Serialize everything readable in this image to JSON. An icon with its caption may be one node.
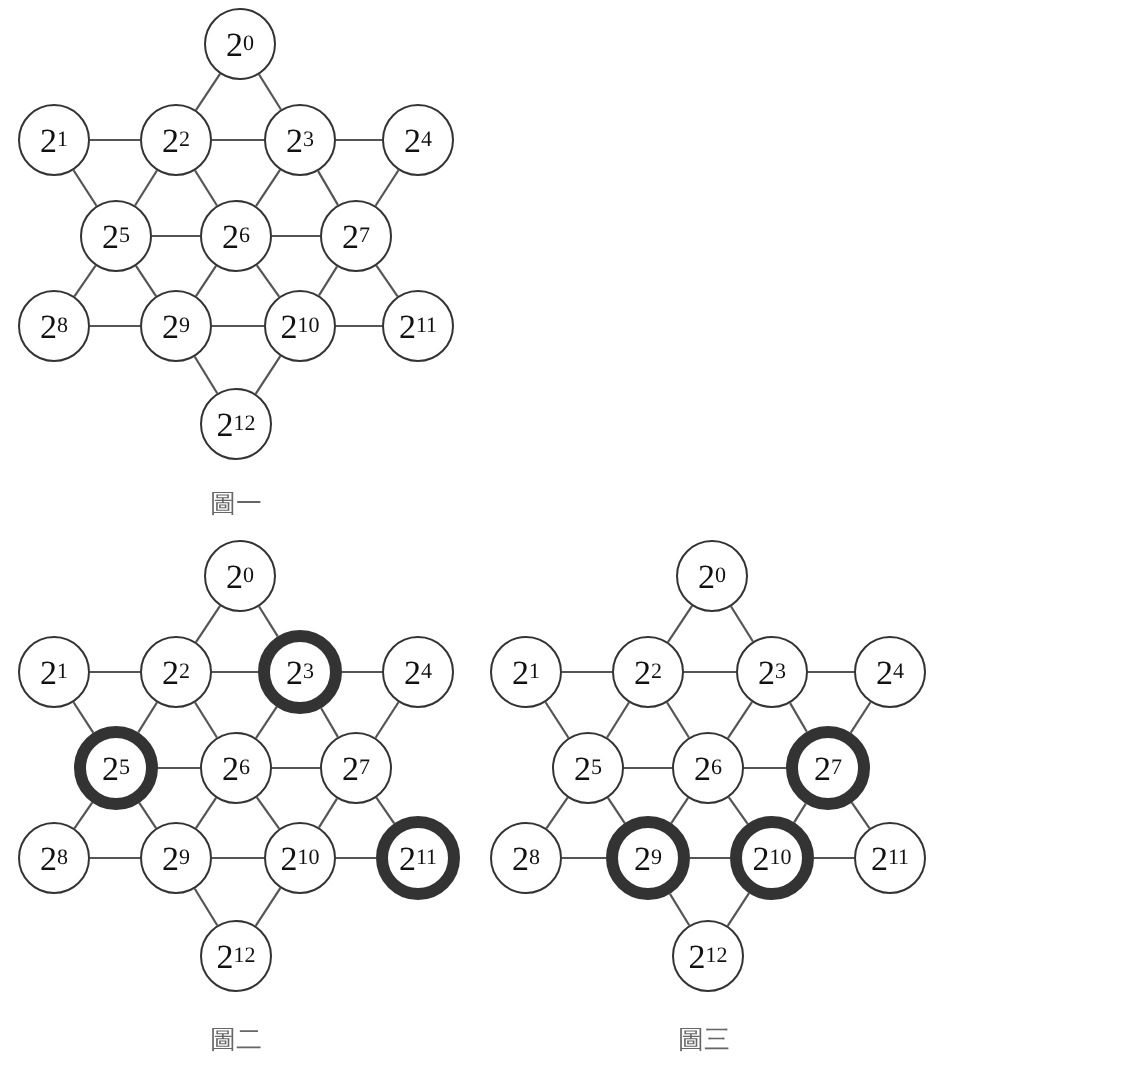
{
  "diagram": {
    "nodes": [
      {
        "text": [
          "2$^{0}$"
        ]
      },
      {
        "text": [
          "2$^{1}$"
        ]
      },
      {
        "text": [
          "2$^{2}$"
        ]
      },
      {
        "text": [
          "2$^{3}$"
        ]
      },
      {
        "text": [
          "2$^{4}$"
        ]
      },
      {
        "text": [
          "2$^{5}$"
        ]
      },
      {
        "text": [
          "2$^{6}$"
        ]
      },
      {
        "text": [
          "2$^{7}$"
        ]
      },
      {
        "text": [
          "2$^{8}$"
        ]
      },
      {
        "text": [
          "2$^{9}$"
        ]
      },
      {
        "text": [
          "2$^{10}$"
        ]
      },
      {
        "text": [
          "2$^{11}$"
        ]
      },
      {
        "text": [
          "2$^{12}$"
        ]
      },
      {
        "text": [
          "2$^{0}$"
        ]
      },
      {
        "text": [
          "2$^{1}$"
        ]
      },
      {
        "text": [
          "2$^{2}$"
        ]
      },
      {
        "text": [
          "2$^{3}$"
        ]
      },
      {
        "text": [
          "2$^{4}$"
        ]
      },
      {
        "text": [
          "2$^{5}$"
        ]
      },
      {
        "text": [
          "2$^{6}$"
        ]
      },
      {
        "text": [
          "2$^{7}$"
        ]
      },
      {
        "text": [
          "2$^{8}$"
        ]
      },
      {
        "text": [
          "2$^{9}$"
        ]
      },
      {
        "text": [
          "2$^{10}$"
        ]
      },
      {
        "text": [
          "2$^{11}$"
        ]
      },
      {
        "text": [
          "2$^{12}$"
        ]
      },
      {
        "text": [
          "2$^{0}$"
        ]
      },
      {
        "text": [
          "2$^{1}$"
        ]
      },
      {
        "text": [
          "2$^{2}$"
        ]
      },
      {
        "text": [
          "2$^{3}$"
        ]
      },
      {
        "text": [
          "2$^{4}$"
        ]
      },
      {
        "text": [
          "2$^{5}$"
        ]
      },
      {
        "text": [
          "2$^{6}$"
        ]
      },
      {
        "text": [
          "2$^{7}$"
        ]
      },
      {
        "text": [
          "2$^{8}$"
        ]
      },
      {
        "text": [
          "2$^{9}$"
        ]
      },
      {
        "text": [
          "2$^{10}$"
        ]
      },
      {
        "text": [
          "2$^{11}$"
        ]
      },
      {
        "text": [
          "2$^{12}$"
        ]
      }
    ],
    "edges": [
      {
        "from": 0,
        "to": 2,
        "arrow": "none"
      },
      {
        "from": 0,
        "to": 3,
        "arrow": "none"
      },
      {
        "from": 1,
        "to": 2,
        "arrow": "none"
      },
      {
        "from": 2,
        "to": 3,
        "arrow": "none"
      },
      {
        "from": 3,
        "to": 4,
        "arrow": "none"
      },
      {
        "from": 1,
        "to": 5,
        "arrow": "none"
      },
      {
        "from": 2,
        "to": 5,
        "arrow": "none"
      },
      {
        "from": 2,
        "to": 6,
        "arrow": "none"
      },
      {
        "from": 3,
        "to": 6,
        "arrow": "none"
      },
      {
        "from": 3,
        "to": 7,
        "arrow": "none"
      },
      {
        "from": 4,
        "to": 7,
        "arrow": "none"
      },
      {
        "from": 5,
        "to": 6,
        "arrow": "none"
      },
      {
        "from": 6,
        "to": 7,
        "arrow": "none"
      },
      {
        "from": 5,
        "to": 8,
        "arrow": "none"
      },
      {
        "from": 5,
        "to": 9,
        "arrow": "none"
      },
      {
        "from": 6,
        "to": 9,
        "arrow": "none"
      },
      {
        "from": 6,
        "to": 10,
        "arrow": "none"
      },
      {
        "from": 7,
        "to": 10,
        "arrow": "none"
      },
      {
        "from": 7,
        "to": 11,
        "arrow": "none"
      },
      {
        "from": 8,
        "to": 9,
        "arrow": "none"
      },
      {
        "from": 9,
        "to": 10,
        "arrow": "none"
      },
      {
        "from": 10,
        "to": 11,
        "arrow": "none"
      },
      {
        "from": 9,
        "to": 12,
        "arrow": "none"
      },
      {
        "from": 10,
        "to": 12,
        "arrow": "none"
      },
      {
        "from": 13,
        "to": 15,
        "arrow": "none"
      },
      {
        "from": 13,
        "to": 16,
        "arrow": "none"
      },
      {
        "from": 14,
        "to": 15,
        "arrow": "none"
      },
      {
        "from": 15,
        "to": 16,
        "arrow": "none"
      },
      {
        "from": 16,
        "to": 17,
        "arrow": "none"
      },
      {
        "from": 14,
        "to": 18,
        "arrow": "none"
      },
      {
        "from": 15,
        "to": 18,
        "arrow": "none"
      },
      {
        "from": 15,
        "to": 19,
        "arrow": "none"
      },
      {
        "from": 16,
        "to": 19,
        "arrow": "none"
      },
      {
        "from": 16,
        "to": 20,
        "arrow": "none"
      },
      {
        "from": 17,
        "to": 20,
        "arrow": "none"
      },
      {
        "from": 18,
        "to": 19,
        "arrow": "none"
      },
      {
        "from": 19,
        "to": 20,
        "arrow": "none"
      },
      {
        "from": 18,
        "to": 21,
        "arrow": "none"
      },
      {
        "from": 18,
        "to": 22,
        "arrow": "none"
      },
      {
        "from": 19,
        "to": 22,
        "arrow": "none"
      },
      {
        "from": 19,
        "to": 23,
        "arrow": "none"
      },
      {
        "from": 20,
        "to": 23,
        "arrow": "none"
      },
      {
        "from": 20,
        "to": 24,
        "arrow": "none"
      },
      {
        "from": 21,
        "to": 22,
        "arrow": "none"
      },
      {
        "from": 22,
        "to": 23,
        "arrow": "none"
      },
      {
        "from": 23,
        "to": 24,
        "arrow": "none"
      },
      {
        "from": 22,
        "to": 25,
        "arrow": "none"
      },
      {
        "from": 23,
        "to": 25,
        "arrow": "none"
      },
      {
        "from": 26,
        "to": 28,
        "arrow": "none"
      },
      {
        "from": 26,
        "to": 29,
        "arrow": "none"
      },
      {
        "from": 27,
        "to": 28,
        "arrow": "none"
      },
      {
        "from": 28,
        "to": 29,
        "arrow": "none"
      },
      {
        "from": 29,
        "to": 30,
        "arrow": "none"
      },
      {
        "from": 27,
        "to": 31,
        "arrow": "none"
      },
      {
        "from": 28,
        "to": 31,
        "arrow": "none"
      },
      {
        "from": 28,
        "to": 32,
        "arrow": "none"
      },
      {
        "from": 29,
        "to": 32,
        "arrow": "none"
      },
      {
        "from": 29,
        "to": 33,
        "arrow": "none"
      },
      {
        "from": 30,
        "to": 33,
        "arrow": "none"
      },
      {
        "from": 31,
        "to": 32,
        "arrow": "none"
      },
      {
        "from": 32,
        "to": 33,
        "arrow": "none"
      },
      {
        "from": 31,
        "to": 34,
        "arrow": "none"
      },
      {
        "from": 31,
        "to": 35,
        "arrow": "none"
      },
      {
        "from": 32,
        "to": 35,
        "arrow": "none"
      },
      {
        "from": 32,
        "to": 36,
        "arrow": "none"
      },
      {
        "from": 33,
        "to": 36,
        "arrow": "none"
      },
      {
        "from": 33,
        "to": 37,
        "arrow": "none"
      },
      {
        "from": 34,
        "to": 35,
        "arrow": "none"
      },
      {
        "from": 35,
        "to": 36,
        "arrow": "none"
      },
      {
        "from": 36,
        "to": 37,
        "arrow": "none"
      },
      {
        "from": 35,
        "to": 38,
        "arrow": "none"
      },
      {
        "from": 36,
        "to": 38,
        "arrow": "none"
      }
    ],
    "labels": [
      "圖一",
      "圖二",
      "圖三"
    ]
  }
}
